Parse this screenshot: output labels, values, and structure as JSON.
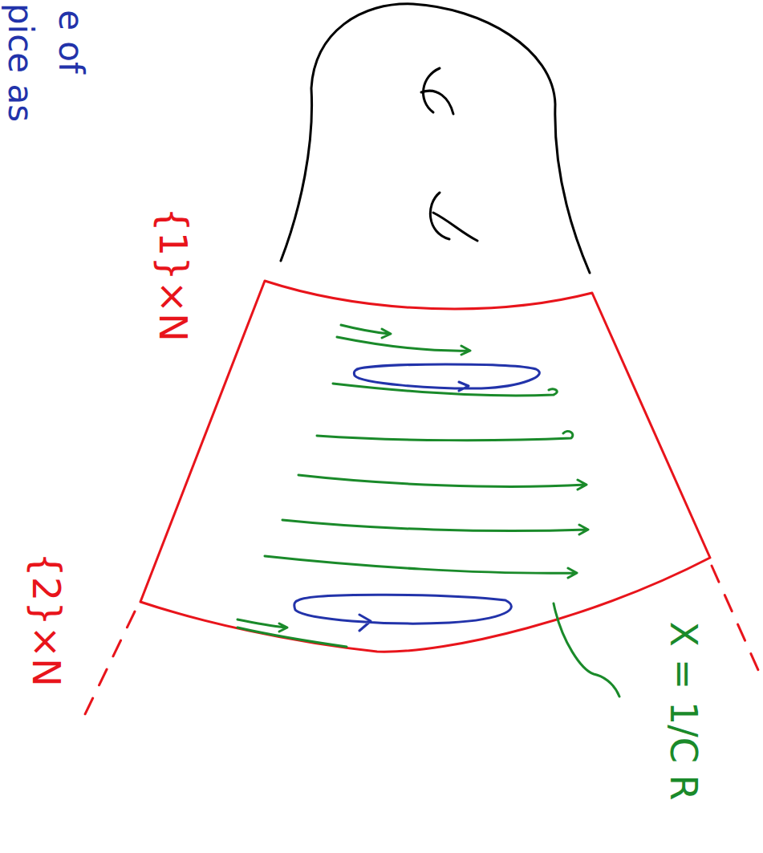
{
  "diagram": {
    "labels": [
      "e of",
      "pice as",
      "{1}×N",
      "{2}×N",
      "X = 1/C R"
    ]
  }
}
